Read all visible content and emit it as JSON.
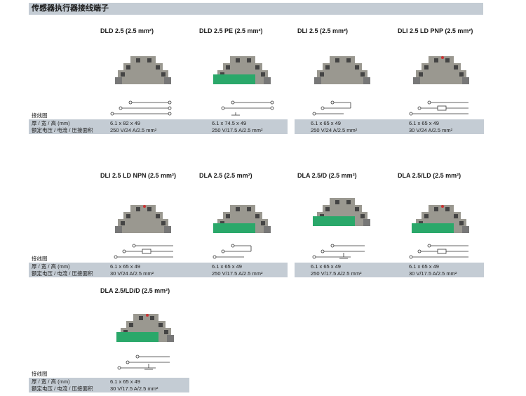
{
  "header": {
    "title": "传感器执行器接线端子"
  },
  "labels": {
    "wiring": "接线图",
    "dims": "厚 / 宽 / 高 (mm)",
    "rating": "额定电压 / 电流 / 压接面积"
  },
  "items": [
    {
      "name": "DLD 2.5 (2.5 mm²)",
      "dims": "6.1 x 82 x 49",
      "rating": "250 V/24 A/2.5 mm²",
      "color": "gray"
    },
    {
      "name": "DLD 2.5 PE (2.5 mm²)",
      "dims": "6.1 x 74.5 x 49",
      "rating": "250 V/17.5 A/2.5 mm²",
      "color": "green"
    },
    {
      "name": "DLI 2.5 (2.5 mm²)",
      "dims": "6.1 x 65 x 49",
      "rating": "250 V/24 A/2.5 mm²",
      "color": "gray"
    },
    {
      "name": "DLI 2.5 LD PNP (2.5 mm²)",
      "dims": "6.1 x 65 x 49",
      "rating": "30 V/24 A/2.5 mm²",
      "color": "gray"
    },
    {
      "name": "DLI 2.5 LD NPN (2.5 mm²)",
      "dims": "6.1 x 65 x 49",
      "rating": "30 V/24 A/2.5 mm²",
      "color": "gray"
    },
    {
      "name": "DLA 2.5 (2.5 mm²)",
      "dims": "6.1 x 65 x 49",
      "rating": "250 V/17.5 A/2.5 mm²",
      "color": "green"
    },
    {
      "name": "DLA 2.5/D (2.5 mm²)",
      "dims": "6.1 x 65 x 49",
      "rating": "250 V/17.5 A/2.5 mm²",
      "color": "green"
    },
    {
      "name": "DLA 2.5/LD (2.5 mm²)",
      "dims": "6.1 x 65 x 49",
      "rating": "30 V/17.5 A/2.5 mm²",
      "color": "green"
    },
    {
      "name": "DLA 2.5/LD/D (2.5 mm²)",
      "dims": "6.1 x 65 x 49",
      "rating": "30 V/17.5 A/2.5 mm²",
      "color": "green"
    }
  ],
  "colors": {
    "band": "#c4ccd4",
    "terminal_gray": "#9a9890",
    "terminal_green": "#2aa86a"
  }
}
